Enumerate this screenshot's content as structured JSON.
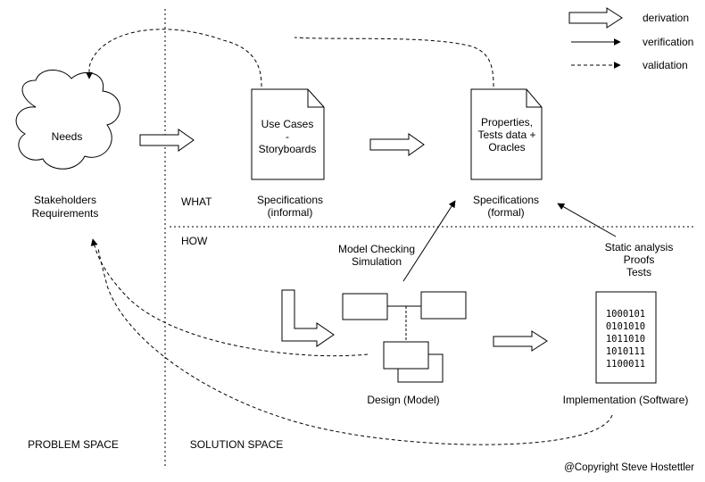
{
  "legend": {
    "derivation": "derivation",
    "verification": "verification",
    "validation": "validation"
  },
  "needs": "Needs",
  "stakeholders": [
    "Stakeholders",
    "Requirements"
  ],
  "spec_informal": {
    "doc_lines": [
      "Use Cases",
      "-",
      "Storyboards"
    ],
    "caption": [
      "Specifications",
      "(informal)"
    ]
  },
  "spec_formal": {
    "doc_lines": [
      "Properties,",
      "Tests data +",
      "Oracles"
    ],
    "caption": [
      "Specifications",
      "(formal)"
    ]
  },
  "what": "WHAT",
  "how": "HOW",
  "model_checking": [
    "Model Checking",
    "Simulation"
  ],
  "static_analysis": [
    "Static analysis",
    "Proofs",
    "Tests"
  ],
  "design_caption": "Design (Model)",
  "impl_caption": "Implementation (Software)",
  "binary_lines": [
    "1000101",
    "0101010",
    "1011010",
    "1010111",
    "1100011"
  ],
  "problem_space": "PROBLEM SPACE",
  "solution_space": "SOLUTION SPACE",
  "copyright": "@Copyright Steve Hostettler"
}
